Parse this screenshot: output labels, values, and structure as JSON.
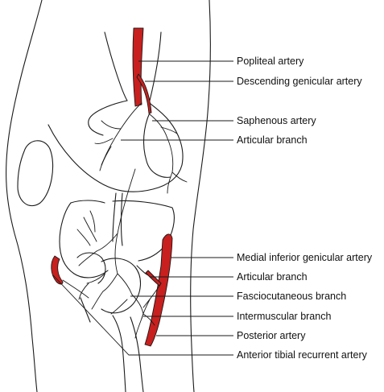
{
  "colors": {
    "artery": "#c8201e",
    "outline": "#1a1a1a",
    "background": "#ffffff"
  },
  "labels": [
    "Popliteal artery",
    "Descending genicular artery",
    "Saphenous artery",
    "Articular branch",
    "Medial inferior genicular artery",
    "Articular branch",
    "Fasciocutaneous branch",
    "Intermuscular branch",
    "Posterior artery",
    "Anterior tibial recurrent artery"
  ]
}
